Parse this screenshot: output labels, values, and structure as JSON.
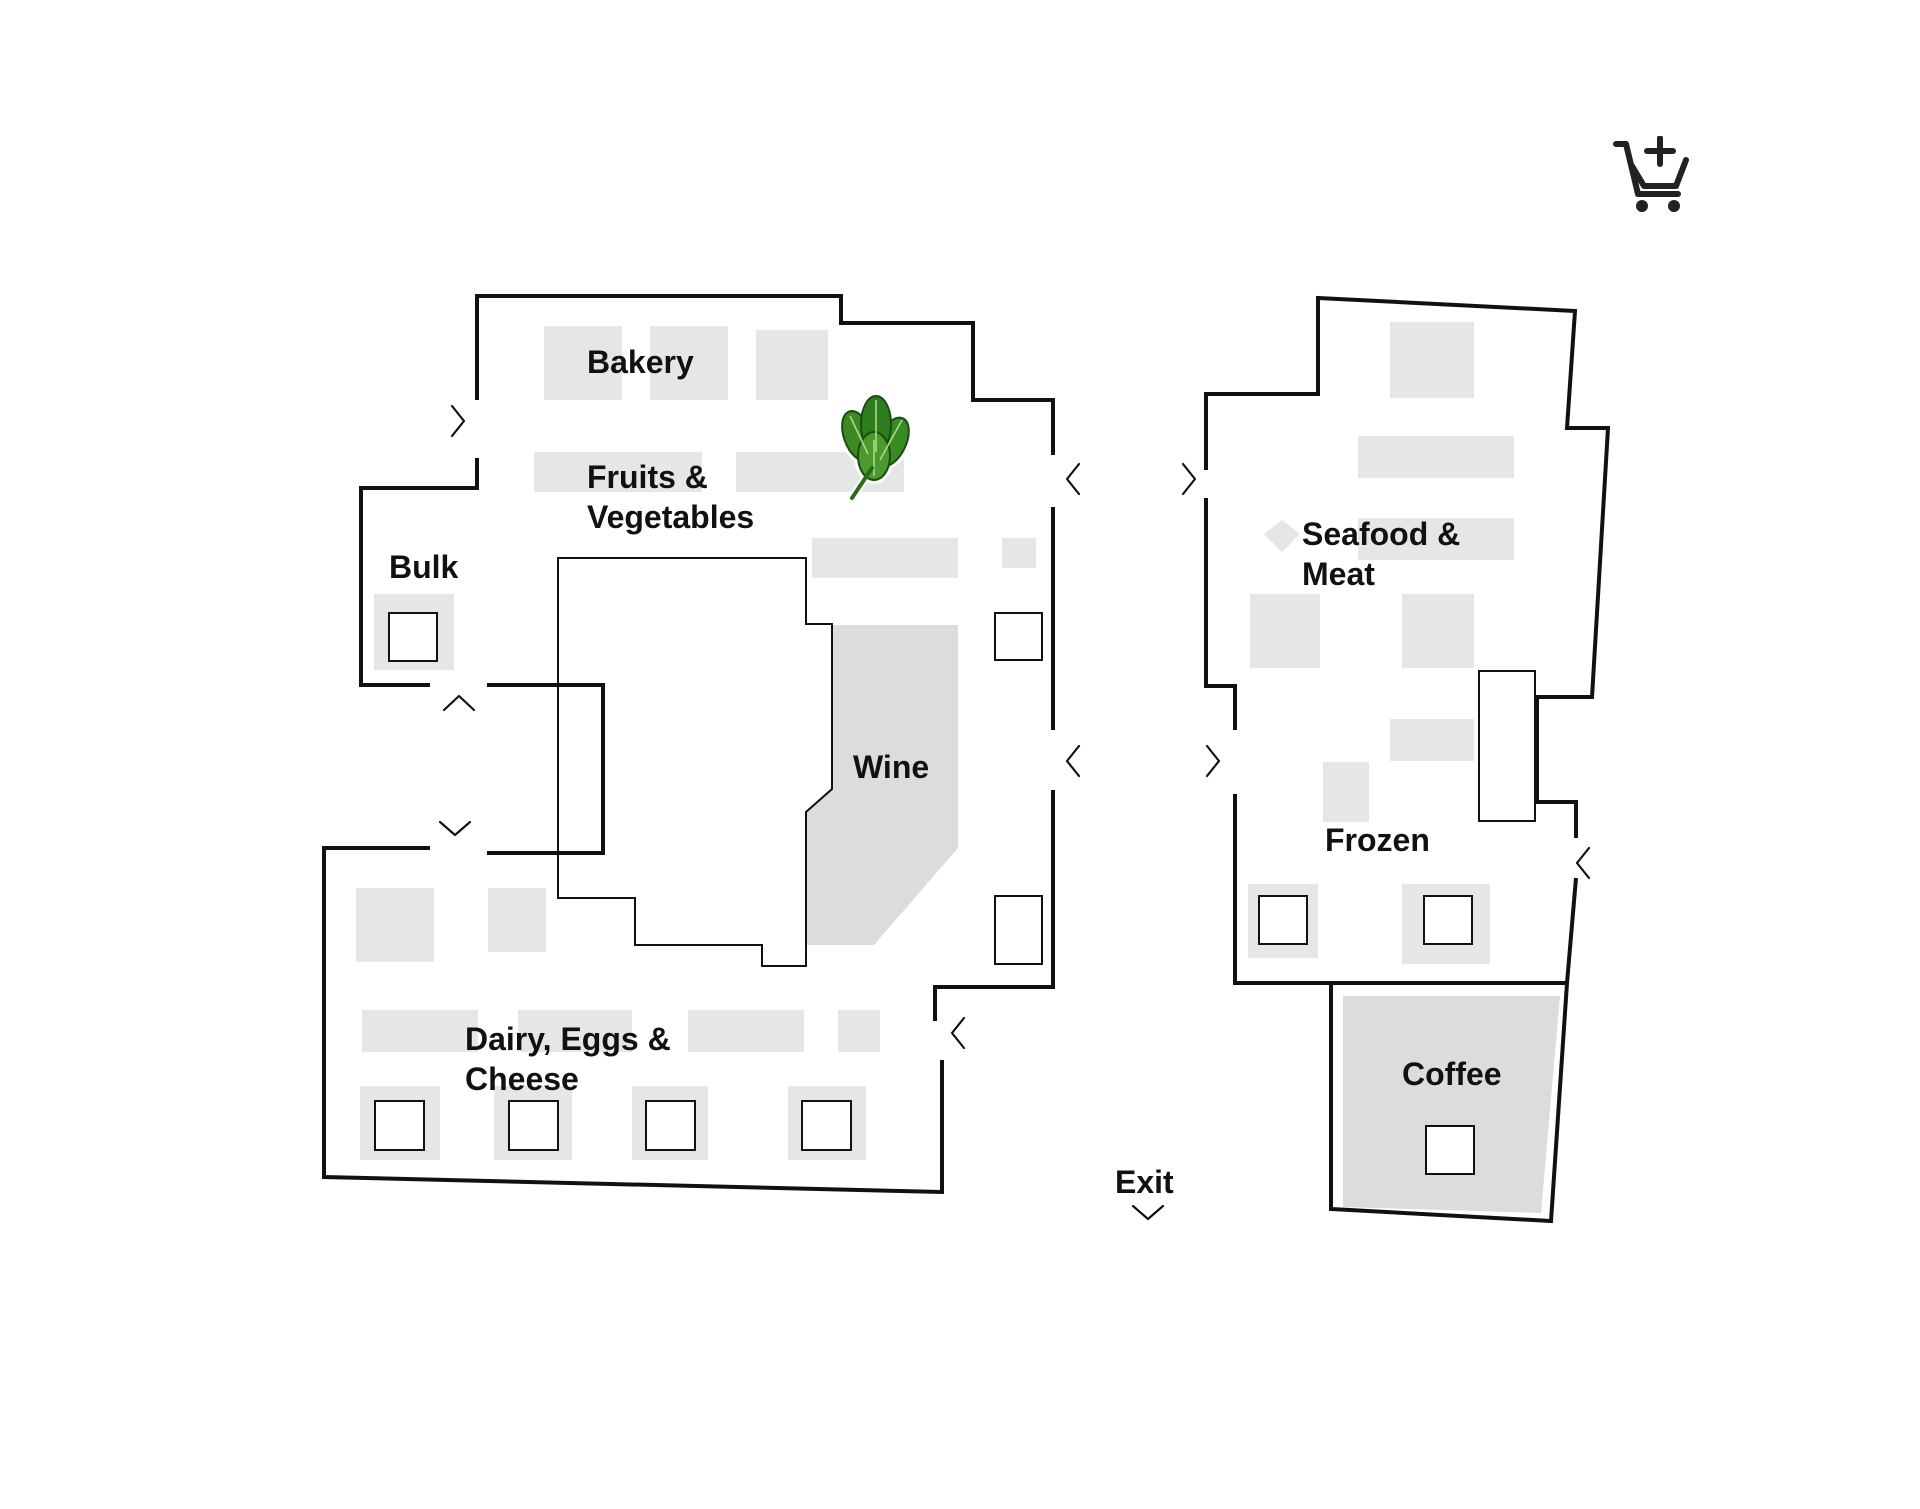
{
  "departments": {
    "bakery": "Bakery",
    "fruits_vegetables": [
      "Fruits &",
      "Vegetables"
    ],
    "bulk": "Bulk",
    "wine": "Wine",
    "dairy": [
      "Dairy, Eggs &",
      "Cheese"
    ],
    "seafood_meat": [
      "Seafood &",
      "Meat"
    ],
    "frozen": "Frozen",
    "coffee": "Coffee",
    "exit": "Exit"
  },
  "icons": {
    "add_to_cart": "cart-plus-icon",
    "item_marker": "spinach-leaf-icon",
    "doorway": "chevron-icon"
  },
  "colors": {
    "wall": "#111111",
    "shelf": "#e6e6e6",
    "highlight_area": "#dcdcdc",
    "leaf": "#2e7d1e",
    "background": "#ffffff"
  }
}
